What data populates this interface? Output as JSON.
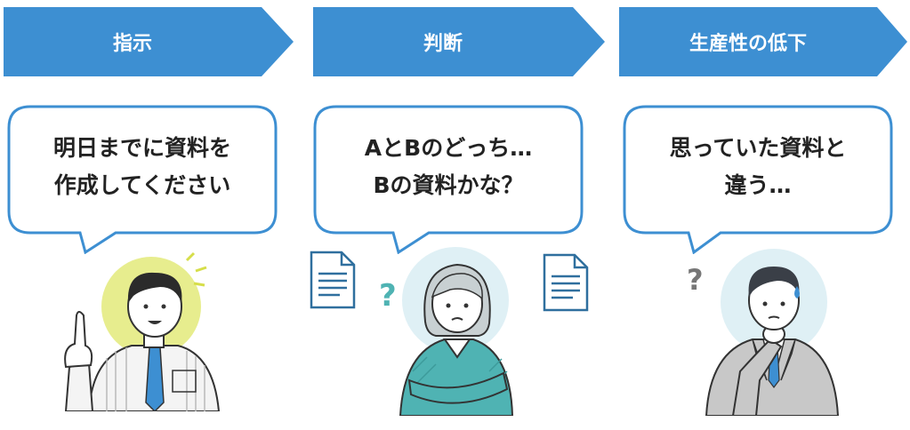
{
  "steps": [
    {
      "label": "指示",
      "speech": {
        "line1": "明日までに資料を",
        "line2": "作成してください"
      }
    },
    {
      "label": "判断",
      "speech": {
        "line1": "AとBのどっち…",
        "line2": "Bの資料かな？"
      }
    },
    {
      "label": "生産性の低下",
      "speech": {
        "line1": "思っていた資料と",
        "line2": "違う…"
      }
    }
  ],
  "colors": {
    "accent": "#3d8fd2",
    "bubble_border": "#3d8fd2",
    "teal": "#4fb3b3",
    "highlight": "#e3ea7a",
    "text": "#222222"
  }
}
